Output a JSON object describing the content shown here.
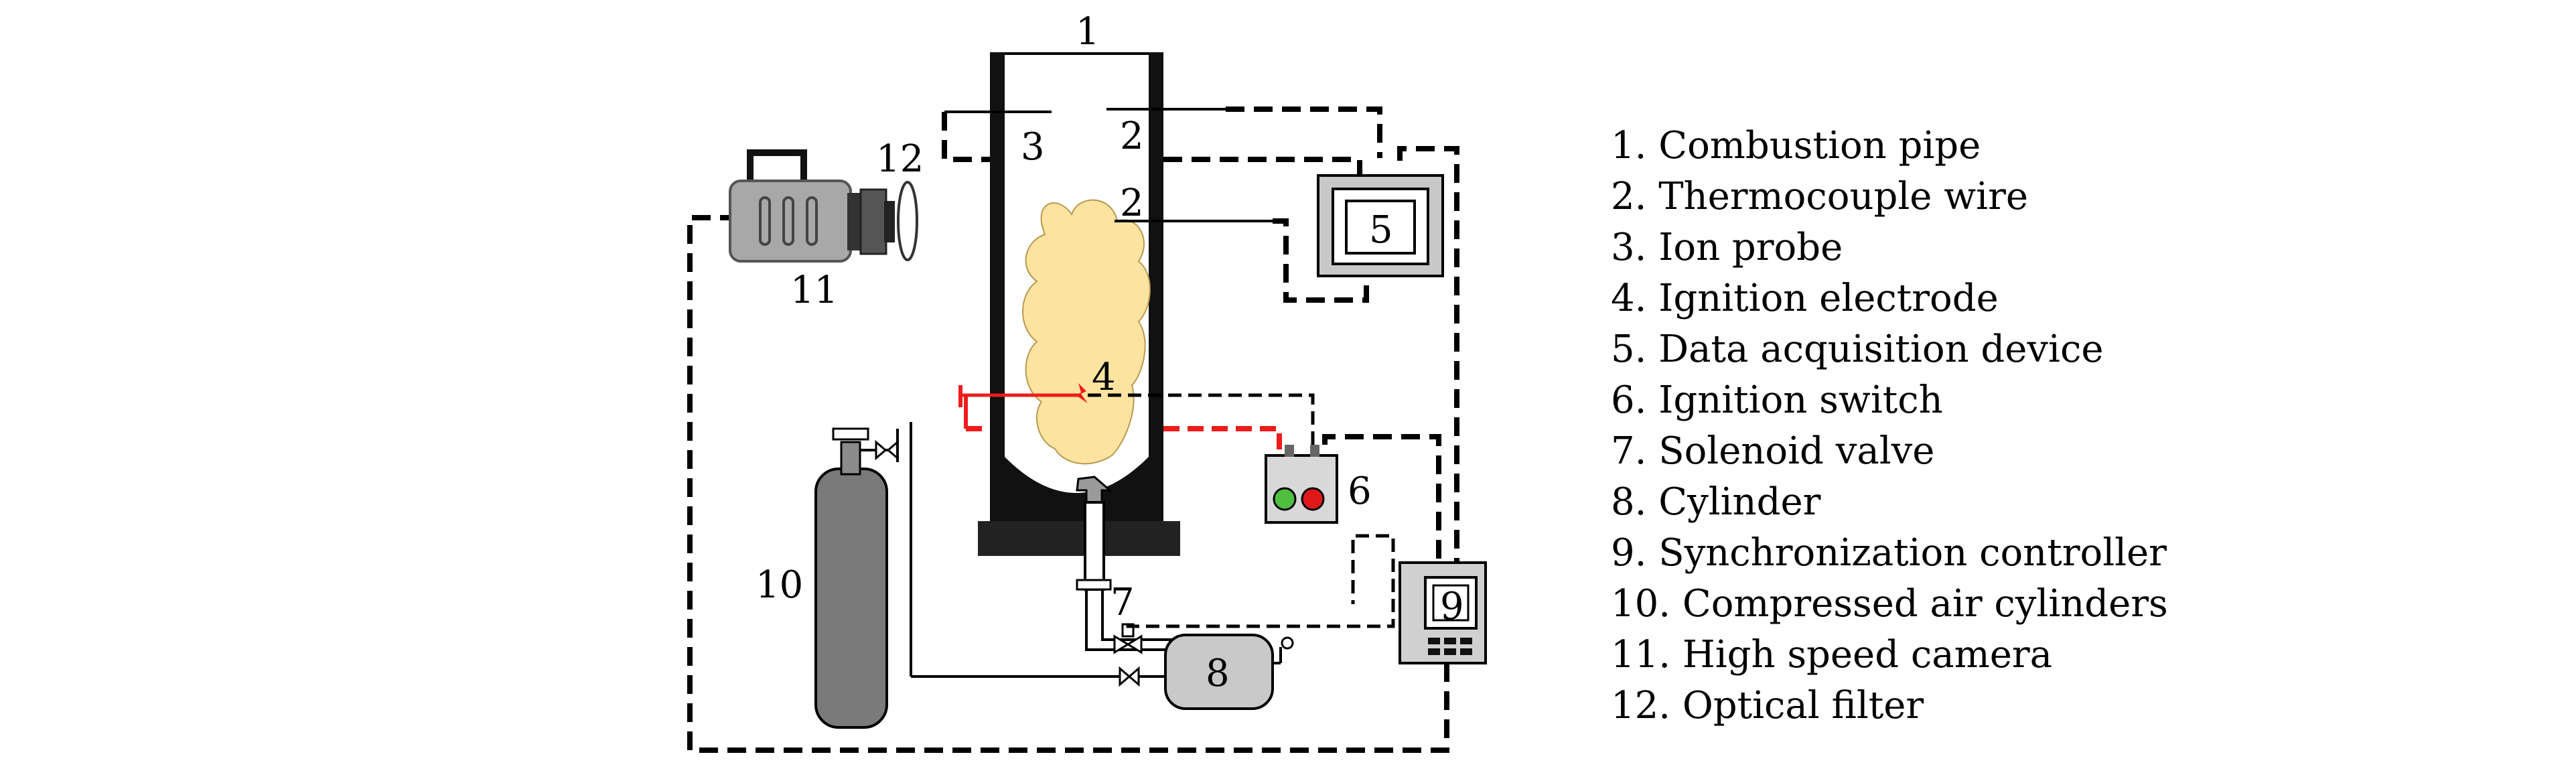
{
  "diagram": {
    "callouts": {
      "c1": "1",
      "c2a": "2",
      "c2b": "2",
      "c3": "3",
      "c4": "4",
      "c5": "5",
      "c6": "6",
      "c7": "7",
      "c8": "8",
      "c9": "9",
      "c10": "10",
      "c11": "11",
      "c12": "12"
    },
    "legend": [
      "1. Combustion pipe",
      "2. Thermocouple wire",
      "3. Ion probe",
      "4. Ignition electrode",
      "5. Data acquisition device",
      "6. Ignition switch",
      "7. Solenoid valve",
      "8. Cylinder",
      "9. Synchronization controller",
      "10. Compressed air cylinders",
      "11. High speed camera",
      "12. Optical filter"
    ],
    "colors": {
      "flame": "#fde3a0",
      "ignition_line": "#ee1c1c",
      "camera_body": "#a8a8a8",
      "air_cylinder": "#7a7a7a",
      "pipe_wall": "#111111",
      "button_green": "#4fbf3f",
      "button_red": "#e01818"
    }
  }
}
